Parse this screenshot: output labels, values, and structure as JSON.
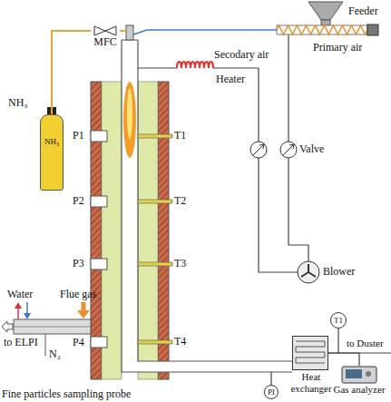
{
  "diagram": {
    "nodes": [
      {
        "text": [
          "NH₃",
          "NH₃"
        ]
      },
      {
        "text": [
          "MFC"
        ]
      },
      {
        "text": [
          "Heat exchanger"
        ]
      },
      {
        "text": [
          "Gas analyzer"
        ]
      },
      {
        "text": [
          "T1"
        ]
      },
      {
        "text": [
          "PI"
        ]
      }
    ],
    "edges": [
      {
        "from": 0,
        "to": 1,
        "arrow": "none"
      },
      {
        "from": 2,
        "to": 3,
        "arrow": "none"
      }
    ],
    "labels": [
      "Feeder",
      "Primary air",
      "Secodary air",
      "Heater",
      "Valve",
      "Blower",
      "P1",
      "P2",
      "P3",
      "P4",
      "T1",
      "T2",
      "T3",
      "T4",
      "Water",
      "Flue gas",
      "to ELPI",
      "N₂",
      "Fine particles sampling probe",
      "to Duster"
    ]
  }
}
